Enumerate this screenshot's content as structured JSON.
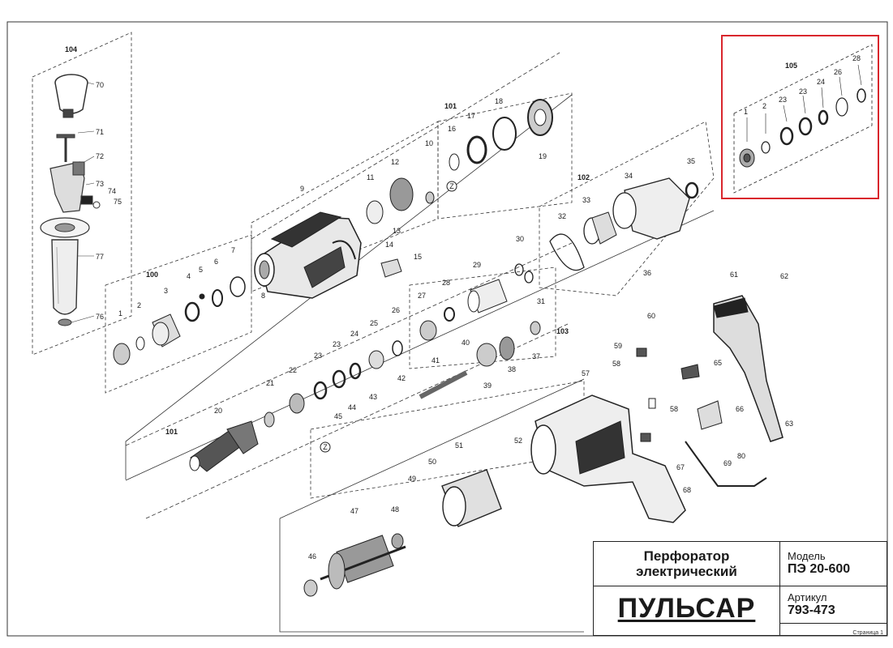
{
  "title_block": {
    "product_name_line1": "Перфоратор",
    "product_name_line2": "электрический",
    "model_caption": "Модель",
    "model_value": "ПЭ 20-600",
    "article_caption": "Артикул",
    "article_value": "793-473",
    "brand": "ПУЛЬСАР",
    "page_label": "Страница 1"
  },
  "groups": {
    "g100": "100",
    "g101a": "101",
    "g101b": "101",
    "g102": "102",
    "g103": "103",
    "g104": "104",
    "g105": "105"
  },
  "part_labels": {
    "p1": "1",
    "p2": "2",
    "p3": "3",
    "p4": "4",
    "p5": "5",
    "p6": "6",
    "p7": "7",
    "p8": "8",
    "p9": "9",
    "p10": "10",
    "p11": "11",
    "p12": "12",
    "p13": "13",
    "p14": "14",
    "p15": "15",
    "p16": "16",
    "p17": "17",
    "p18": "18",
    "p19": "19",
    "p20": "20",
    "p21": "21",
    "p22": "22",
    "p23a": "23",
    "p23b": "23",
    "p24": "24",
    "p25": "25",
    "p26": "26",
    "p27": "27",
    "p28": "28",
    "p29": "29",
    "p30": "30",
    "p31": "31",
    "p32": "32",
    "p33": "33",
    "p34": "34",
    "p35": "35",
    "p36": "36",
    "p37": "37",
    "p38": "38",
    "p39": "39",
    "p40": "40",
    "p41": "41",
    "p42": "42",
    "p43": "43",
    "p44": "44",
    "p45": "45",
    "p46": "46",
    "p47": "47",
    "p48": "48",
    "p49": "49",
    "p50": "50",
    "p51": "51",
    "p52": "52",
    "p57": "57",
    "p58a": "58",
    "p58b": "58",
    "p59": "59",
    "p60": "60",
    "p61": "61",
    "p62": "62",
    "p63": "63",
    "p65": "65",
    "p66": "66",
    "p67": "67",
    "p68": "68",
    "p69": "69",
    "p70": "70",
    "p71": "71",
    "p72": "72",
    "p73": "73",
    "p74": "74",
    "p75": "75",
    "p76": "76",
    "p77": "77",
    "p80": "80",
    "h1": "1",
    "h2": "2",
    "h23": "23",
    "h23b": "23",
    "h24": "24",
    "h26": "26",
    "h28": "28"
  },
  "z_marks": {
    "z1": "Z",
    "z2": "Z"
  },
  "highlight_color": "#d9262c"
}
